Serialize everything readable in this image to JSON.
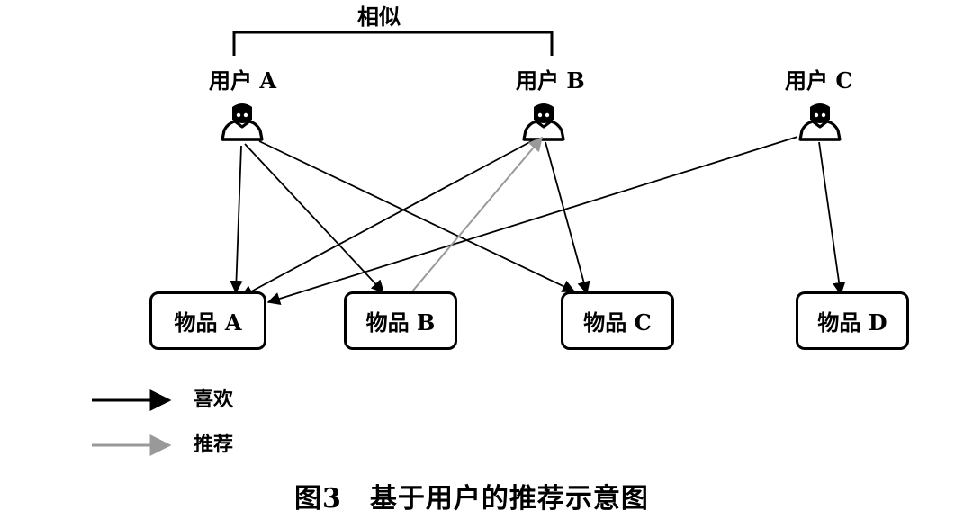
{
  "similar_label": "相似",
  "users": [
    {
      "id": "user-a",
      "label": "用户 A"
    },
    {
      "id": "user-b",
      "label": "用户 B"
    },
    {
      "id": "user-c",
      "label": "用户 C"
    }
  ],
  "items": [
    {
      "id": "item-a",
      "label": "物品 A"
    },
    {
      "id": "item-b",
      "label": "物品 B"
    },
    {
      "id": "item-c",
      "label": "物品 C"
    },
    {
      "id": "item-d",
      "label": "物品 D"
    }
  ],
  "edges": [
    {
      "from": "user-a",
      "to": "item-a",
      "relation": "like"
    },
    {
      "from": "user-a",
      "to": "item-b",
      "relation": "like"
    },
    {
      "from": "user-a",
      "to": "item-c",
      "relation": "like"
    },
    {
      "from": "user-b",
      "to": "item-a",
      "relation": "like"
    },
    {
      "from": "user-b",
      "to": "item-c",
      "relation": "like"
    },
    {
      "from": "user-c",
      "to": "item-a",
      "relation": "like"
    },
    {
      "from": "user-c",
      "to": "item-d",
      "relation": "like"
    },
    {
      "from": "item-b",
      "to": "user-b",
      "relation": "recommend"
    }
  ],
  "legend": {
    "like_label": "喜欢",
    "recommend_label": "推荐",
    "like_color": "#000000",
    "recommend_color": "#999999"
  },
  "caption": "图3　基于用户的推荐示意图"
}
